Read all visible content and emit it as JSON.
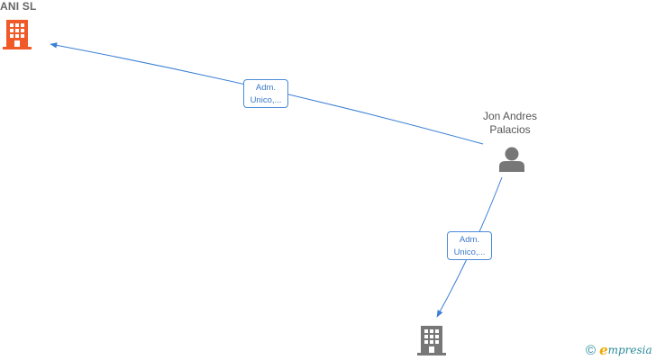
{
  "nodes": {
    "company_top": {
      "label": "ANI  SL",
      "color": "#f05a28",
      "icon": "building-icon"
    },
    "person": {
      "label_line1": "Jon Andres",
      "label_line2": "Palacios",
      "color": "#777777",
      "icon": "person-icon"
    },
    "company_bottom": {
      "label": "",
      "color": "#777777",
      "icon": "building-icon"
    }
  },
  "edges": [
    {
      "from": "person",
      "to": "company_top",
      "label_line1": "Adm.",
      "label_line2": "Unico,..."
    },
    {
      "from": "person",
      "to": "company_bottom",
      "label_line1": "Adm.",
      "label_line2": "Unico,..."
    }
  ],
  "edge_color": "#3a7fd5",
  "footer": {
    "copyright_symbol": "©",
    "brand_initial": "e",
    "brand_rest": "mpresia"
  }
}
